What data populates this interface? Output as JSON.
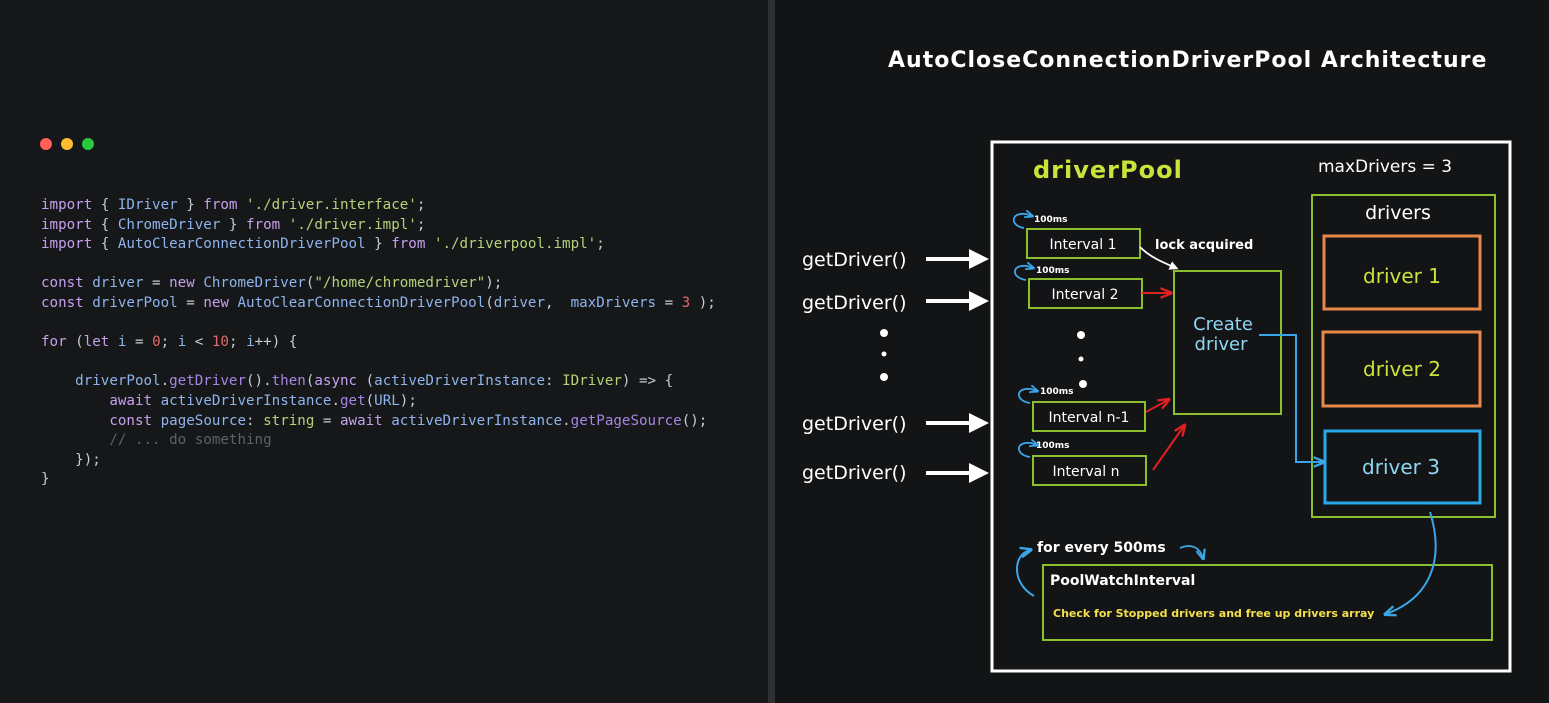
{
  "colors": {
    "background": "#151719",
    "window_close": "#ff5f57",
    "window_minimize": "#febc2e",
    "window_maximize": "#28c840",
    "box_green": "#8cbe2f",
    "box_orange": "#e8884a",
    "box_blue": "#2aa7e6",
    "label_yellow_green": "#c8e43a",
    "arrow_red": "#e02020",
    "arrow_blue": "#3aa6e8",
    "note_yellow": "#f3e04a"
  },
  "window_controls": [
    "close",
    "minimize",
    "maximize"
  ],
  "code": {
    "lines": [
      [
        [
          "kw",
          "import"
        ],
        [
          "pl",
          " { "
        ],
        [
          "cls",
          "IDriver"
        ],
        [
          "pl",
          " } "
        ],
        [
          "kw",
          "from"
        ],
        [
          "pl",
          " "
        ],
        [
          "str",
          "'./driver.interface'"
        ],
        [
          "pl",
          ";"
        ]
      ],
      [
        [
          "kw",
          "import"
        ],
        [
          "pl",
          " { "
        ],
        [
          "cls",
          "ChromeDriver"
        ],
        [
          "pl",
          " } "
        ],
        [
          "kw",
          "from"
        ],
        [
          "pl",
          " "
        ],
        [
          "str",
          "'./driver.impl'"
        ],
        [
          "pl",
          ";"
        ]
      ],
      [
        [
          "kw",
          "import"
        ],
        [
          "pl",
          " { "
        ],
        [
          "cls",
          "AutoClearConnectionDriverPool"
        ],
        [
          "pl",
          " } "
        ],
        [
          "kw",
          "from"
        ],
        [
          "pl",
          " "
        ],
        [
          "str",
          "'./driverpool.impl'"
        ],
        [
          "pl",
          ";"
        ]
      ],
      [],
      [
        [
          "kw",
          "const"
        ],
        [
          "pl",
          " "
        ],
        [
          "cls",
          "driver"
        ],
        [
          "pl",
          " = "
        ],
        [
          "kw",
          "new"
        ],
        [
          "pl",
          " "
        ],
        [
          "cls",
          "ChromeDriver"
        ],
        [
          "pl",
          "("
        ],
        [
          "str",
          "\"/home/chromedriver\""
        ],
        [
          "pl",
          ");"
        ]
      ],
      [
        [
          "kw",
          "const"
        ],
        [
          "pl",
          " "
        ],
        [
          "cls",
          "driverPool"
        ],
        [
          "pl",
          " = "
        ],
        [
          "kw",
          "new"
        ],
        [
          "pl",
          " "
        ],
        [
          "cls",
          "AutoClearConnectionDriverPool"
        ],
        [
          "pl",
          "("
        ],
        [
          "cls",
          "driver"
        ],
        [
          "pl",
          ",  "
        ],
        [
          "cls",
          "maxDrivers"
        ],
        [
          "pl",
          " = "
        ],
        [
          "num",
          "3"
        ],
        [
          "pl",
          " );"
        ]
      ],
      [],
      [
        [
          "kw",
          "for"
        ],
        [
          "pl",
          " ("
        ],
        [
          "kw",
          "let"
        ],
        [
          "pl",
          " "
        ],
        [
          "cls",
          "i"
        ],
        [
          "pl",
          " = "
        ],
        [
          "num",
          "0"
        ],
        [
          "pl",
          "; "
        ],
        [
          "cls",
          "i"
        ],
        [
          "pl",
          " < "
        ],
        [
          "num",
          "10"
        ],
        [
          "pl",
          "; "
        ],
        [
          "cls",
          "i"
        ],
        [
          "pl",
          "++) {"
        ]
      ],
      [],
      [
        [
          "pl",
          "    "
        ],
        [
          "cls",
          "driverPool"
        ],
        [
          "pl",
          "."
        ],
        [
          "fn",
          "getDriver"
        ],
        [
          "pl",
          "()."
        ],
        [
          "fn",
          "then"
        ],
        [
          "pl",
          "("
        ],
        [
          "kw",
          "async"
        ],
        [
          "pl",
          " ("
        ],
        [
          "cls",
          "activeDriverInstance"
        ],
        [
          "pl",
          ": "
        ],
        [
          "str",
          "IDriver"
        ],
        [
          "pl",
          ") => {"
        ]
      ],
      [
        [
          "pl",
          "        "
        ],
        [
          "kw",
          "await"
        ],
        [
          "pl",
          " "
        ],
        [
          "cls",
          "activeDriverInstance"
        ],
        [
          "pl",
          "."
        ],
        [
          "fn",
          "get"
        ],
        [
          "pl",
          "("
        ],
        [
          "cls",
          "URL"
        ],
        [
          "pl",
          ");"
        ]
      ],
      [
        [
          "pl",
          "        "
        ],
        [
          "kw",
          "const"
        ],
        [
          "pl",
          " "
        ],
        [
          "cls",
          "pageSource"
        ],
        [
          "pl",
          ": "
        ],
        [
          "str",
          "string"
        ],
        [
          "pl",
          " = "
        ],
        [
          "kw",
          "await"
        ],
        [
          "pl",
          " "
        ],
        [
          "cls",
          "activeDriverInstance"
        ],
        [
          "pl",
          "."
        ],
        [
          "fn",
          "getPageSource"
        ],
        [
          "pl",
          "();"
        ]
      ],
      [
        [
          "pl",
          "        "
        ],
        [
          "cm",
          "// ... do something"
        ]
      ],
      [
        [
          "pl",
          "    });"
        ]
      ],
      [
        [
          "pl",
          "}"
        ]
      ]
    ]
  },
  "diagram": {
    "title": "AutoCloseConnectionDriverPool Architecture",
    "pool_label": "driverPool",
    "max_drivers_label": "maxDrivers = 3",
    "calls": [
      "getDriver()",
      "getDriver()",
      "getDriver()",
      "getDriver()"
    ],
    "intervals": [
      {
        "label": "Interval 1",
        "period": "100ms"
      },
      {
        "label": "Interval 2",
        "period": "100ms"
      },
      {
        "label": "Interval n-1",
        "period": "100ms"
      },
      {
        "label": "Interval n",
        "period": "100ms"
      }
    ],
    "lock_label": "lock acquired",
    "create_driver_line1": "Create",
    "create_driver_line2": "driver",
    "drivers_label": "drivers",
    "driver_slots": [
      {
        "label": "driver 1",
        "state": "orange"
      },
      {
        "label": "driver 2",
        "state": "orange"
      },
      {
        "label": "driver 3",
        "state": "blue"
      }
    ],
    "watch_period_label": "for every 500ms",
    "watch_title": "PoolWatchInterval",
    "watch_desc": "Check for Stopped drivers and free up drivers array"
  }
}
